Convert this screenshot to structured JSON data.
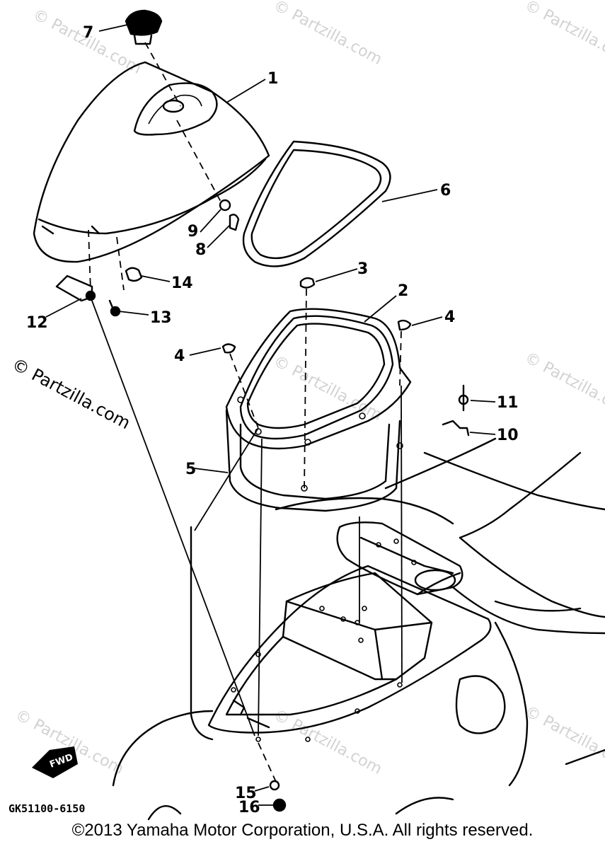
{
  "diagram_code": "GK51100-6150",
  "fwd_label": "FWD",
  "watermark": "© Partzilla.com",
  "copyright": "©2013 Yamaha Motor Corporation, U.S.A. All rights reserved.",
  "callouts": [
    "1",
    "2",
    "3",
    "4",
    "4",
    "5",
    "6",
    "7",
    "8",
    "9",
    "10",
    "11",
    "12",
    "13",
    "14",
    "15",
    "16"
  ]
}
